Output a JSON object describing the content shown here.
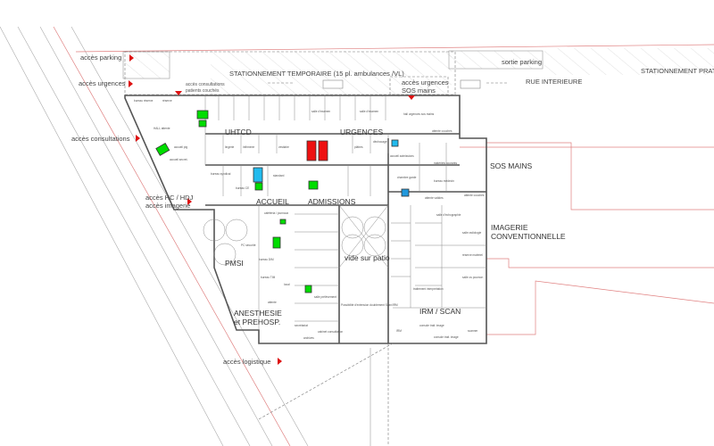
{
  "access": {
    "parking": "accès parking",
    "urgences": "accès urgences",
    "consultations": "accès consultations",
    "hc_hdj": "accès HC / HDJ",
    "imagerie": "accès imagerie",
    "logistique": "accès logistique",
    "consult_couches_1": "accès consultations",
    "consult_couches_2": "patients couchés",
    "sos_1": "accès urgences",
    "sos_2": "SOS mains"
  },
  "site": {
    "stationnement_temp": "STATIONNEMENT TEMPORAIRE (15 pl. ambulances /VL)",
    "sortie_parking": "sortie parking",
    "rue_interieure": "RUE INTERIEURE",
    "stationnement_praticiens": "STATIONNEMENT PRATICIENS S"
  },
  "zones": {
    "uhtcd": "UHTCD",
    "urgences": "URGENCES",
    "sos_mains": "SOS MAINS",
    "imagerie_1": "IMAGERIE",
    "imagerie_2": "CONVENTIONNELLE",
    "accueil": "ACCUEIL",
    "admissions": "ADMISSIONS",
    "patio": "vide sur patio",
    "pmsi": "PMSI",
    "anesthesie_1": "ANESTHESIE",
    "anesthesie_2": "et PREHOSP.",
    "irm_scan": "IRM / SCAN"
  },
  "rooms": {
    "bureau_reserve": "bureau réserve",
    "reserve": "réserve",
    "hall_attente": "HALL attente",
    "accueil_plg": "accueil plg",
    "accueil_secret": "accueil secret.",
    "biuanderie": "lingerie",
    "infirmerie": "infirmerie",
    "vestiaire": "vestiaire",
    "salle_examen": "salle d'examen",
    "hall_urgences": "hall urgences sos mains",
    "attente_couches": "attente couchés",
    "platres": "plâtres",
    "dechocage": "déchocage",
    "accueil_admissions": "accueil admissions",
    "chambre_garde": "chambre garde",
    "materiels": "matériels courants",
    "bureau_medecin": "bureau médecin",
    "attente_valides": "attente valides",
    "attente_couches2": "attente couchés",
    "salle_echo": "salle d'échographie",
    "salle_radio": "salle radiologie",
    "reserve_materiel": "réserve matériel",
    "salle_os": "salle os poumon",
    "traitement": "traitement interprétation",
    "irm": "IRM",
    "scanner": "scanner",
    "console_1": "console trait. image",
    "console_2": "console trait. image",
    "bureau_syndical": "bureau syndical",
    "bureau_ce": "bureau CE",
    "standard": "standard",
    "cafeteria": "cafétéria / journaux",
    "pc_securite": "PC sécurité",
    "bureau_dim": "bureau DIM",
    "bureau_tim": "bureau TIM",
    "local": "local",
    "attente": "attente",
    "secretariat": "secrétariat",
    "archives": "archives",
    "cabinet": "cabinet consultation",
    "salle_prelev": "salle prélèvement",
    "possibilite": "Possibilité d'extension doublement Scan/IRM"
  },
  "colors": {
    "stair": "#00dd00",
    "lift_red": "#ee1111",
    "lift_cyan": "#22bbee",
    "parking_p": "#2299dd",
    "boundary": "#e08080",
    "arrow": "#dd1111"
  }
}
